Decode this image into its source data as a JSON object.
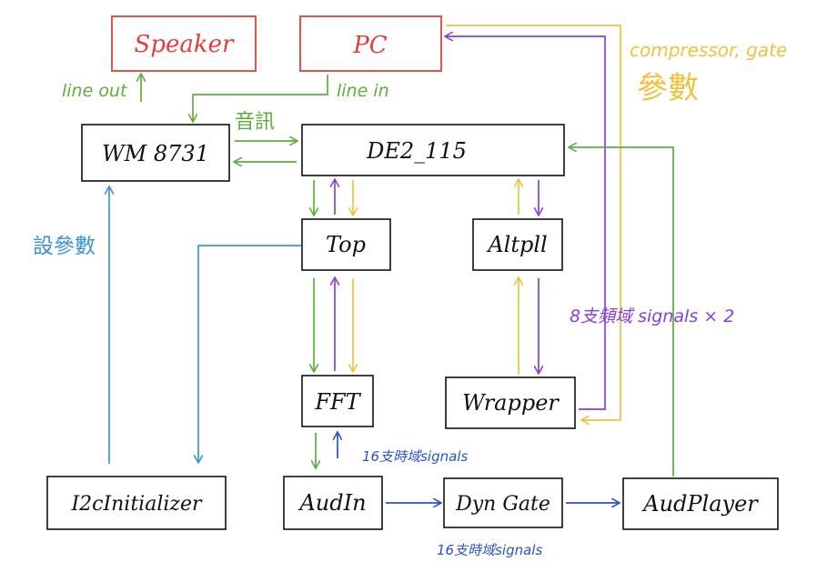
{
  "colors": {
    "green": "#5cae3c",
    "purple": "#8a3fdc",
    "yellow": "#f2c23e",
    "light_blue": "#3c93d8",
    "dark_blue": "#2a52c8",
    "red": "#e0403c"
  },
  "nodes": {
    "speaker": "Speaker",
    "pc": "PC",
    "wm8731": "WM 8731",
    "de2_115": "DE2_115",
    "top": "Top",
    "altpll": "Altpll",
    "fft": "FFT",
    "wrapper": "Wrapper",
    "i2c_initializer": "I2cInitializer",
    "audin": "AudIn",
    "dyngate": "Dyn Gate",
    "audplayer": "AudPlayer"
  },
  "labels": {
    "line_out": "line out",
    "line_in": "line in",
    "audio": "音訊",
    "set_params": "設參數",
    "compressor_gate": "compressor, gate",
    "params": "參數",
    "freq_signals": "8支頻域 signals × 2",
    "time_signals_1": "16支時域signals",
    "time_signals_2": "16支時域signals"
  }
}
